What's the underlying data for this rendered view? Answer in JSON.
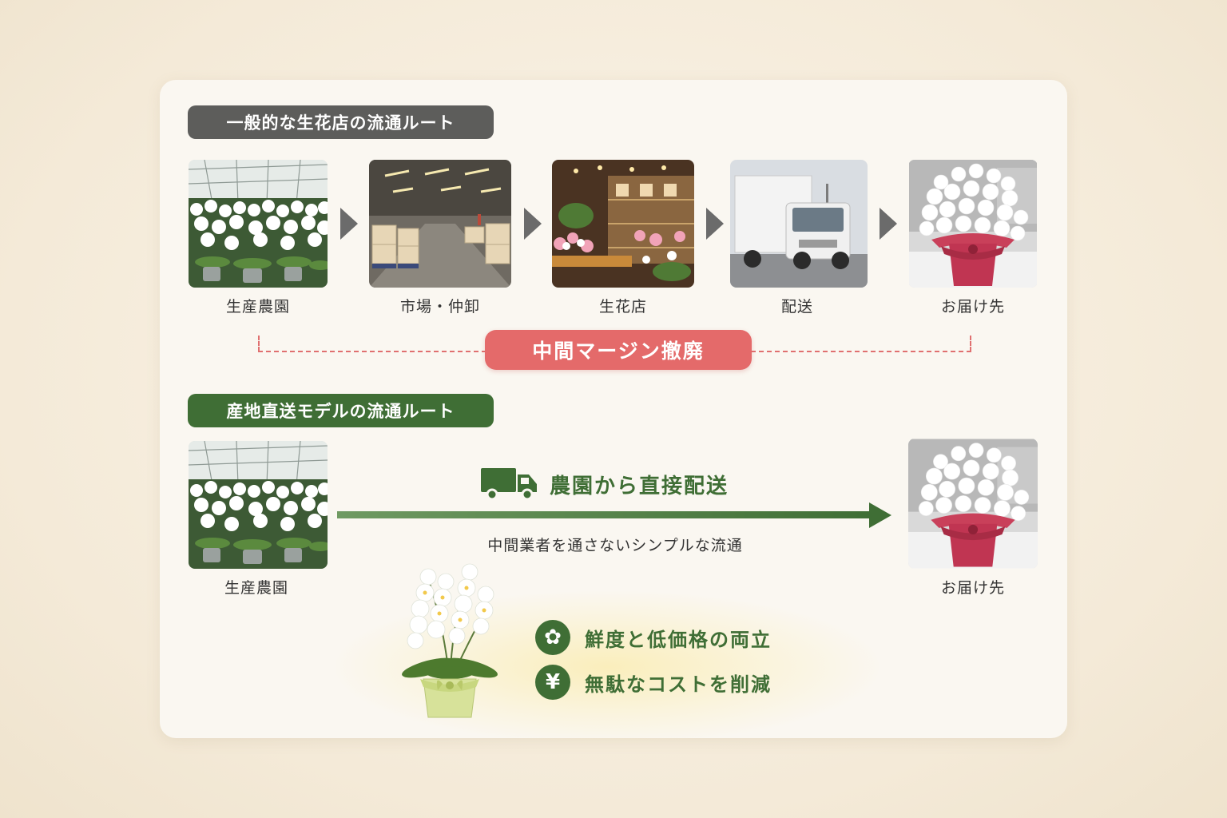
{
  "conventional": {
    "title": "一般的な生花店の流通ルート",
    "steps": [
      {
        "label": "生産農園",
        "image": "orchard-greenhouse-photo"
      },
      {
        "label": "市場・仲卸",
        "image": "wholesale-market-warehouse-photo"
      },
      {
        "label": "生花店",
        "image": "flower-shop-photo"
      },
      {
        "label": "配送",
        "image": "delivery-truck-photo"
      },
      {
        "label": "お届け先",
        "image": "orchid-gift-pot-photo"
      }
    ]
  },
  "margin_badge": "中間マージン撤廃",
  "direct": {
    "title": "産地直送モデルの流通ルート",
    "from_label": "生産農園",
    "to_label": "お届け先",
    "arrow_title": "農園から直接配送",
    "arrow_sub": "中間業者を通さないシンプルな流通",
    "truck_icon": "truck-icon"
  },
  "benefits": [
    {
      "icon": "flower-icon",
      "glyph": "✿",
      "text": "鮮度と低価格の両立"
    },
    {
      "icon": "yen-icon",
      "glyph": "¥",
      "text": "無駄なコストを削減"
    }
  ],
  "colors": {
    "accent_green": "#3f6e35",
    "accent_red": "#e46a6a",
    "pill_grey": "#5d5d5b"
  }
}
